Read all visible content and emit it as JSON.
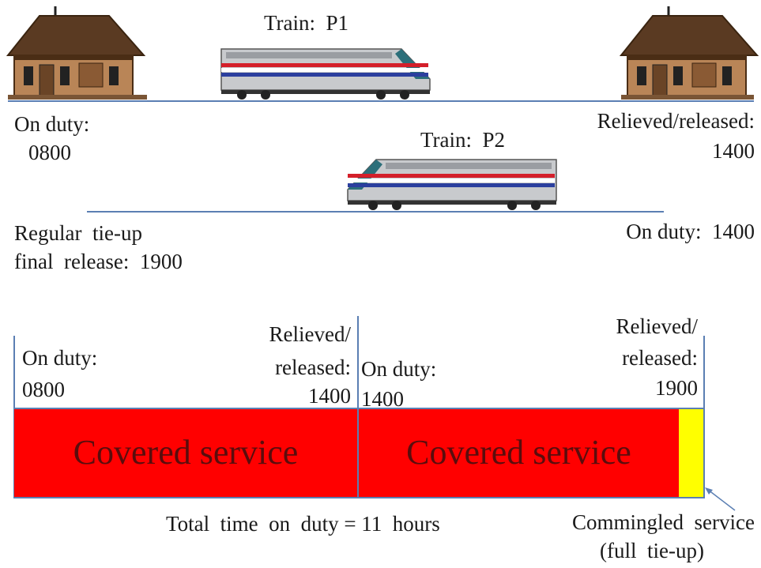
{
  "top": {
    "train1_label": "Train:  P1",
    "train2_label": "Train:  P2",
    "left_on_duty_label": "On duty:",
    "left_on_duty_time": "0800",
    "right_relieved_label": "Relieved/released:",
    "right_relieved_time": "1400",
    "tieup_line1": "Regular  tie-up",
    "tieup_line2": "final  release:  1900",
    "right_on_duty": "On duty:  1400"
  },
  "timeline": {
    "seg1_on_duty_label": "On duty:",
    "seg1_on_duty_time": "0800",
    "seg1_relieved_line1": "Relieved/",
    "seg1_relieved_line2": "released:",
    "seg1_relieved_time": "1400",
    "seg2_on_duty_label": "On duty:",
    "seg2_on_duty_time": "1400",
    "seg2_relieved_line1": "Relieved/",
    "seg2_relieved_line2": "released:",
    "seg2_relieved_time": "1900",
    "block1_label": "Covered service",
    "block2_label": "Covered service",
    "total_label": "Total  time  on  duty = 11  hours",
    "commingled_line1": "Commingled  service",
    "commingled_line2": "(full  tie-up)",
    "colors": {
      "covered": "#ff0000",
      "commingled": "#ffff00",
      "lines": "#5b7fb3"
    }
  }
}
